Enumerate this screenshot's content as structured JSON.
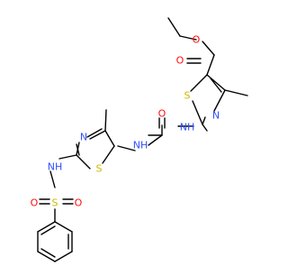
{
  "molecule": {
    "atoms": [
      {
        "id": "o_ethyl_ether",
        "symbol": "O",
        "color": "#ff0d0d"
      },
      {
        "id": "o_ester_carbonyl",
        "symbol": "O",
        "color": "#ff0d0d"
      },
      {
        "id": "s_thiazole_right",
        "symbol": "S",
        "color": "#ccb800"
      },
      {
        "id": "n_thiazole_right",
        "symbol": "N",
        "color": "#3050f8"
      },
      {
        "id": "o_urea",
        "symbol": "O",
        "color": "#ff0d0d"
      },
      {
        "id": "nh_urea_right",
        "symbol": "NH",
        "color": "#3050f8"
      },
      {
        "id": "nh_urea_left",
        "symbol": "NH",
        "color": "#3050f8"
      },
      {
        "id": "n_thiazole_left",
        "symbol": "N",
        "color": "#3050f8"
      },
      {
        "id": "s_thiazole_left",
        "symbol": "S",
        "color": "#ccb800"
      },
      {
        "id": "nh_sulfonamide",
        "symbol": "NH",
        "color": "#3050f8"
      },
      {
        "id": "s_sulfonyl",
        "symbol": "S",
        "color": "#ccb800"
      },
      {
        "id": "o_sulfonyl_left",
        "symbol": "O",
        "color": "#ff0d0d"
      },
      {
        "id": "o_sulfonyl_right",
        "symbol": "O",
        "color": "#ff0d0d"
      }
    ],
    "bond_color": "#000000"
  }
}
